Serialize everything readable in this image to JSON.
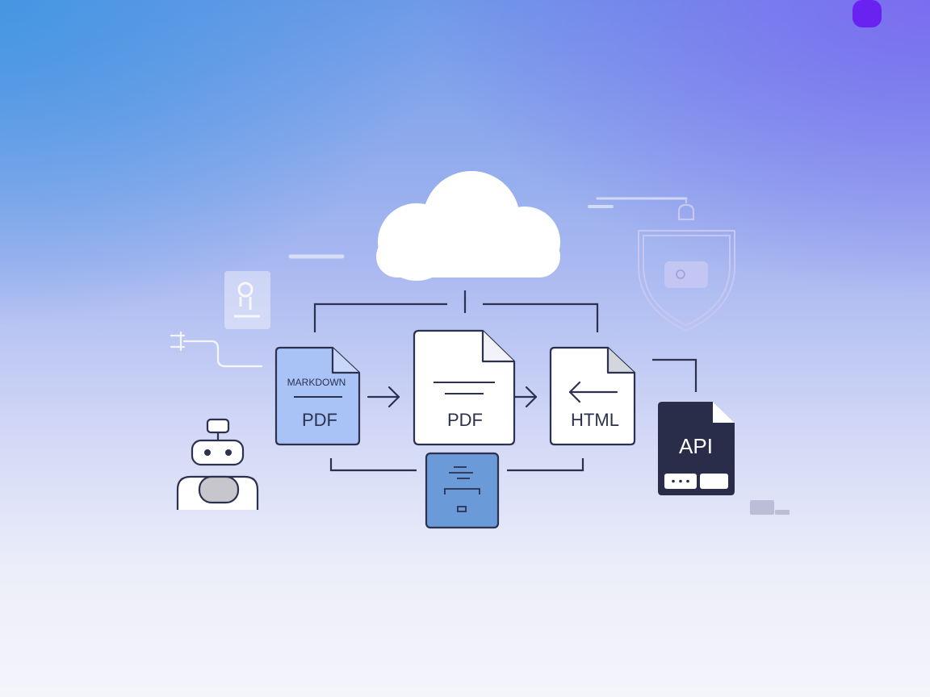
{
  "diagram": {
    "nodes": {
      "markdown_doc": {
        "top_label": "MARKDOWN",
        "label": "PDF"
      },
      "pdf_doc": {
        "label": "PDF"
      },
      "html_doc": {
        "label": "HTML"
      },
      "api_doc": {
        "label": "API"
      }
    }
  },
  "colors": {
    "background_top_left": "#4396e2",
    "background_top_right": "#7c6af0",
    "background_bottom": "#f4f4fb",
    "line": "#2c3150",
    "markdown_fill": "#a9c3f7",
    "converter_fill": "#6b9ad8",
    "api_fill": "#2a2d4a",
    "cloud_fill": "#ffffff",
    "shield_stroke": "#c7c8f2"
  },
  "icons": [
    "cloud-icon",
    "document-icon",
    "arrow-right-icon",
    "arrow-left-icon",
    "robot-icon",
    "shield-icon",
    "lock-icon",
    "badge-card-icon",
    "plug-icon",
    "converter-box-icon",
    "chip-icon"
  ]
}
